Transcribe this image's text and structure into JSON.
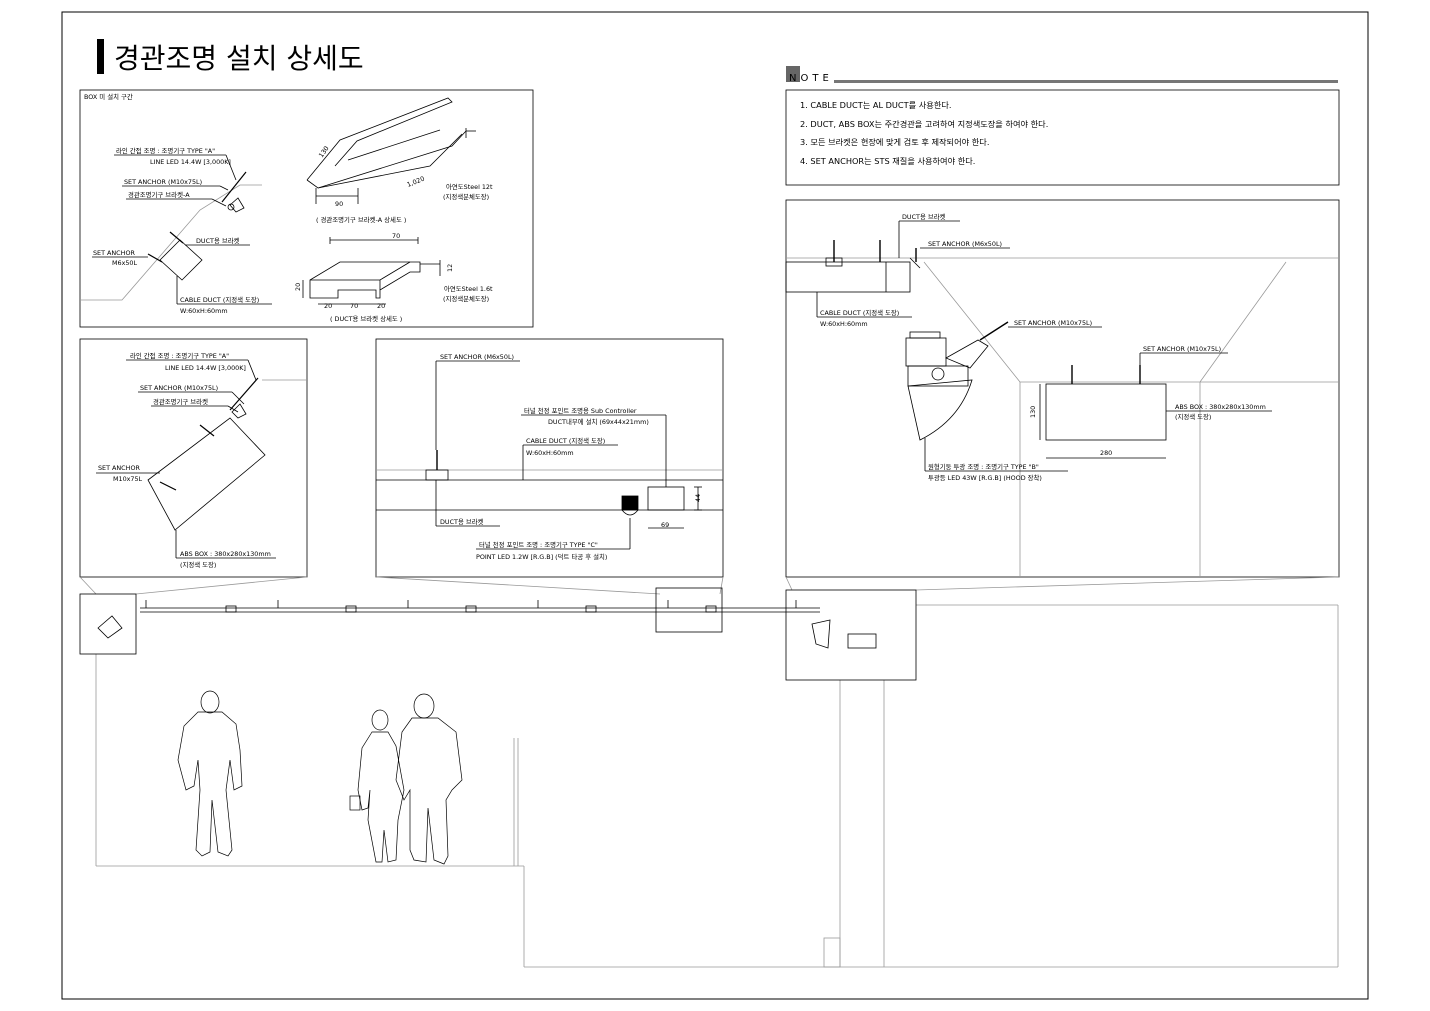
{
  "title": "경관조명 설치 상세도",
  "note": {
    "heading": "NOTE",
    "items": [
      "1. CABLE DUCT는 AL DUCT를 사용한다.",
      "2. DUCT, ABS BOX는 주간경관을 고려하여 지정색도장을 하여야 한다.",
      "3. 모든 브라켓은 현장에 맞게 검토 후 제작되어야 한다.",
      "4. SET ANCHOR는 STS 재질을 사용하여야 한다."
    ]
  },
  "panel_top_left": {
    "caption": "BOX 미 설치 구간",
    "light_label_1": "라인 간접 조명 : 조명기구 TYPE \"A\"",
    "light_label_2": "LINE LED 14.4W [3,000K]",
    "set_anchor_1": "SET ANCHOR (M10x75L)",
    "bracket_a": "경관조명기구 브라켓-A",
    "duct_bracket": "DUCT용 브라켓",
    "set_anchor_2a": "SET ANCHOR",
    "set_anchor_2b": "M6x50L",
    "cable_duct_1": "CABLE DUCT (지정색 도장)",
    "cable_duct_2": "W:60xH:60mm",
    "dim_130": "130",
    "dim_1020": "1,020",
    "dim_90": "90",
    "steel_12_1": "아연도Steel 12t",
    "steel_12_2": "(지정색분체도장)",
    "detail_a_caption": "( 경관조명기구 브라켓-A 상세도 )",
    "dim_70": "70",
    "dim_20_side": "20",
    "dim_20_a": "20",
    "dim_70_b": "70",
    "dim_20_b": "20",
    "dim_12": "12",
    "steel_16_1": "아연도Steel 1.6t",
    "steel_16_2": "(지정색분체도장)",
    "duct_detail_caption": "( DUCT용 브라켓 상세도 )"
  },
  "panel_mid_left": {
    "light_label_1": "라인 간접 조명 : 조명기구 TYPE \"A\"",
    "light_label_2": "LINE LED 14.4W [3,000K]",
    "set_anchor_1": "SET ANCHOR (M10x75L)",
    "bracket_label": "경관조명기구 브라켓",
    "set_anchor_2a": "SET ANCHOR",
    "set_anchor_2b": "M10x75L",
    "abs_box_1": "ABS BOX : 380x280x130mm",
    "abs_box_2": "(지정색 도장)"
  },
  "panel_mid_center": {
    "set_anchor": "SET ANCHOR (M6x50L)",
    "sub_controller_1": "터널 천정 포인트 조명용 Sub Controller",
    "sub_controller_2": "DUCT내부에 설치 (69x44x21mm)",
    "cable_duct_1": "CABLE DUCT (지정색 도장)",
    "cable_duct_2": "W:60xH:60mm",
    "dim_44": "44",
    "dim_69": "69",
    "duct_bracket": "DUCT용 브라켓",
    "point_light_1": "터널 천정 포인트 조명 : 조명기구 TYPE \"C\"",
    "point_light_2": "POINT LED 1.2W [R.G.B] (덕트 타공 후 설치)"
  },
  "panel_right": {
    "duct_bracket": "DUCT용 브라켓",
    "set_anchor_1": "SET ANCHOR (M6x50L)",
    "cable_duct_1": "CABLE DUCT (지정색 도장)",
    "cable_duct_2": "W:60xH:60mm",
    "set_anchor_2": "SET ANCHOR (M10x75L)",
    "set_anchor_3": "SET ANCHOR (M10x75L)",
    "abs_box_1": "ABS BOX : 380x280x130mm",
    "abs_box_2": "(지정색 도장)",
    "dim_130": "130",
    "dim_280": "280",
    "pillar_light_1": "원형기둥 투광 조명 : 조명기구 TYPE \"B\"",
    "pillar_light_2": "투광등 LED 43W [R.G.B] (HOOD 장착)"
  }
}
